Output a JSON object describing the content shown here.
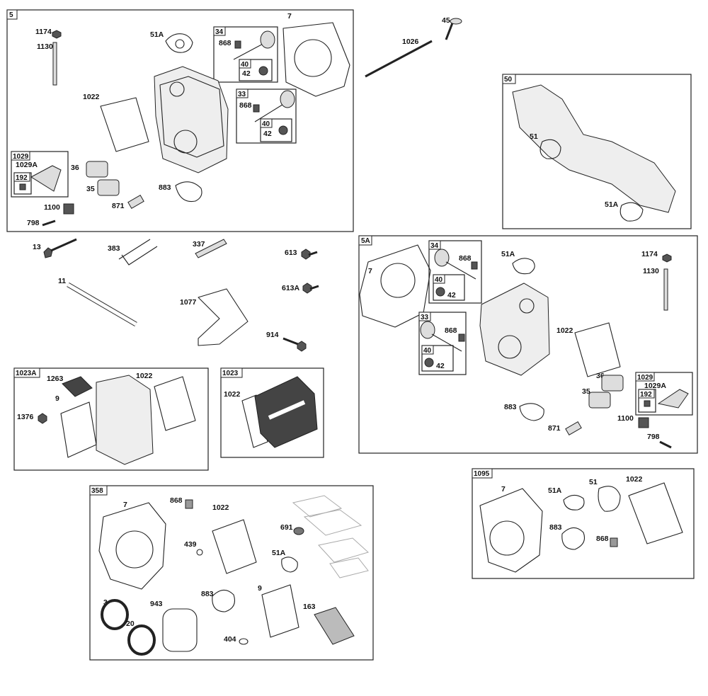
{
  "groups": [
    {
      "tag": "5"
    },
    {
      "tag": "50"
    },
    {
      "tag": "5A"
    },
    {
      "tag": "1023A"
    },
    {
      "tag": "1023"
    },
    {
      "tag": "358"
    },
    {
      "tag": "1095"
    },
    {
      "tag": "34"
    },
    {
      "tag": "40"
    },
    {
      "tag": "33"
    },
    {
      "tag": "1029"
    },
    {
      "tag": "192"
    }
  ],
  "callouts": {
    "c1174": "1174",
    "c1130": "1130",
    "c51A": "51A",
    "c868": "868",
    "c42": "42",
    "c7": "7",
    "c1022": "1022",
    "c1029A": "1029A",
    "c36": "36",
    "c35": "35",
    "c883": "883",
    "c871": "871",
    "c1100": "1100",
    "c798": "798",
    "c45": "45",
    "c1026": "1026",
    "c51": "51",
    "c13": "13",
    "c383": "383",
    "c337": "337",
    "c613": "613",
    "c613A": "613A",
    "c11": "11",
    "c1077": "1077",
    "c914": "914",
    "c1263": "1263",
    "c9": "9",
    "c1376": "1376",
    "c691": "691",
    "c439": "439",
    "c3": "3",
    "c20": "20",
    "c943": "943",
    "c404": "404",
    "c163": "163"
  }
}
